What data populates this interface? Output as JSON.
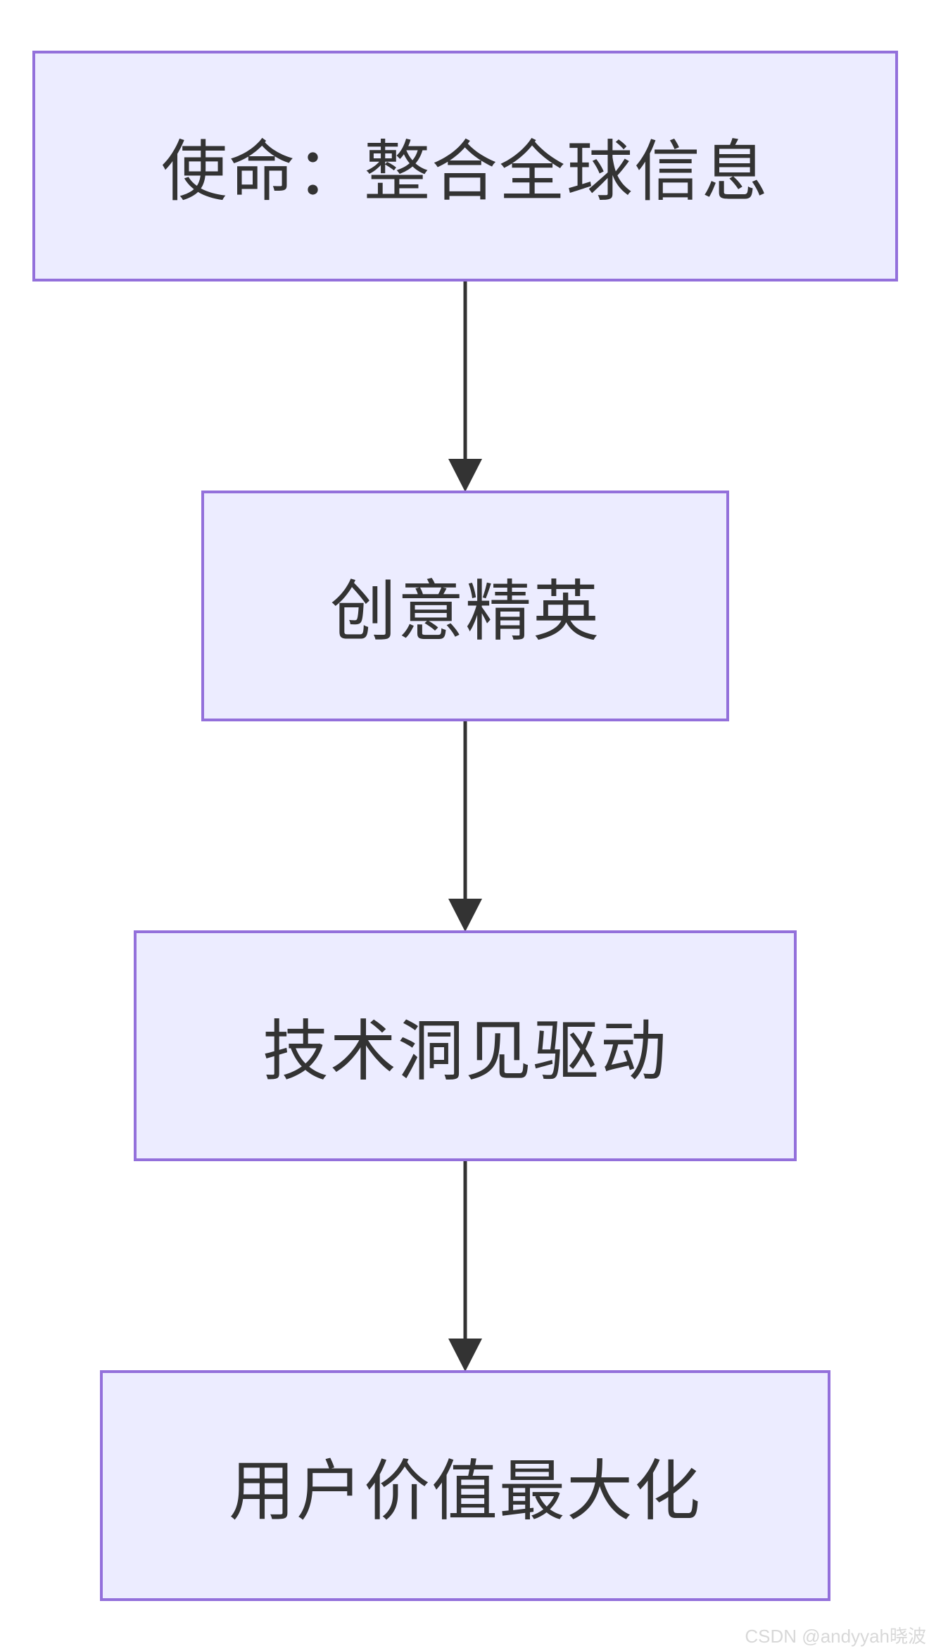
{
  "nodes": [
    {
      "id": "mission",
      "label": "使命：整合全球信息"
    },
    {
      "id": "creative",
      "label": "创意精英"
    },
    {
      "id": "tech",
      "label": "技术洞见驱动"
    },
    {
      "id": "user",
      "label": "用户价值最大化"
    }
  ],
  "edges": [
    {
      "from": "mission",
      "to": "creative"
    },
    {
      "from": "creative",
      "to": "tech"
    },
    {
      "from": "tech",
      "to": "user"
    }
  ],
  "colors": {
    "node_fill": "#ececff",
    "node_border": "#9370db",
    "text": "#333333",
    "arrow": "#333333"
  },
  "watermark": "CSDN @andyyah晓波"
}
